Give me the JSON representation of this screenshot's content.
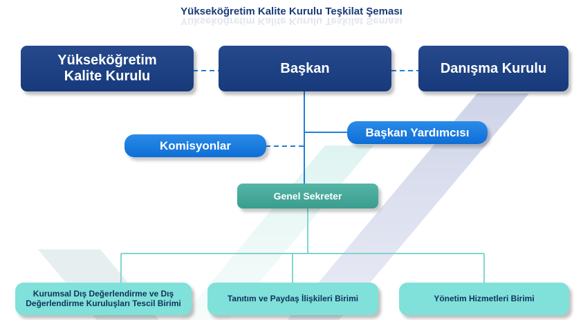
{
  "title": "Yükseköğretim Kalite Kurulu Teşkilat Şeması",
  "nodes": {
    "yokak": "Yükseköğretim Kalite Kurulu",
    "baskan": "Başkan",
    "danisma": "Danışma Kurulu",
    "baskan_yardimcisi": "Başkan Yardımcısı",
    "komisyonlar": "Komisyonlar",
    "genel_sekreter": "Genel Sekreter",
    "birim_kurumsal": "Kurumsal Dış Değerlendirme ve Dış Değerlendirme Kuruluşları Tescil Birimi",
    "birim_tanitim": "Tanıtım ve Paydaş İlişkileri Birimi",
    "birim_yonetim": "Yönetim Hizmetleri Birimi"
  },
  "colors": {
    "navy": "#1f4285",
    "blue": "#1a7fe0",
    "teal": "#46a899",
    "mint": "#7fe1d9",
    "line": "#1f7fd6",
    "teal_line": "#7fd6cd"
  }
}
